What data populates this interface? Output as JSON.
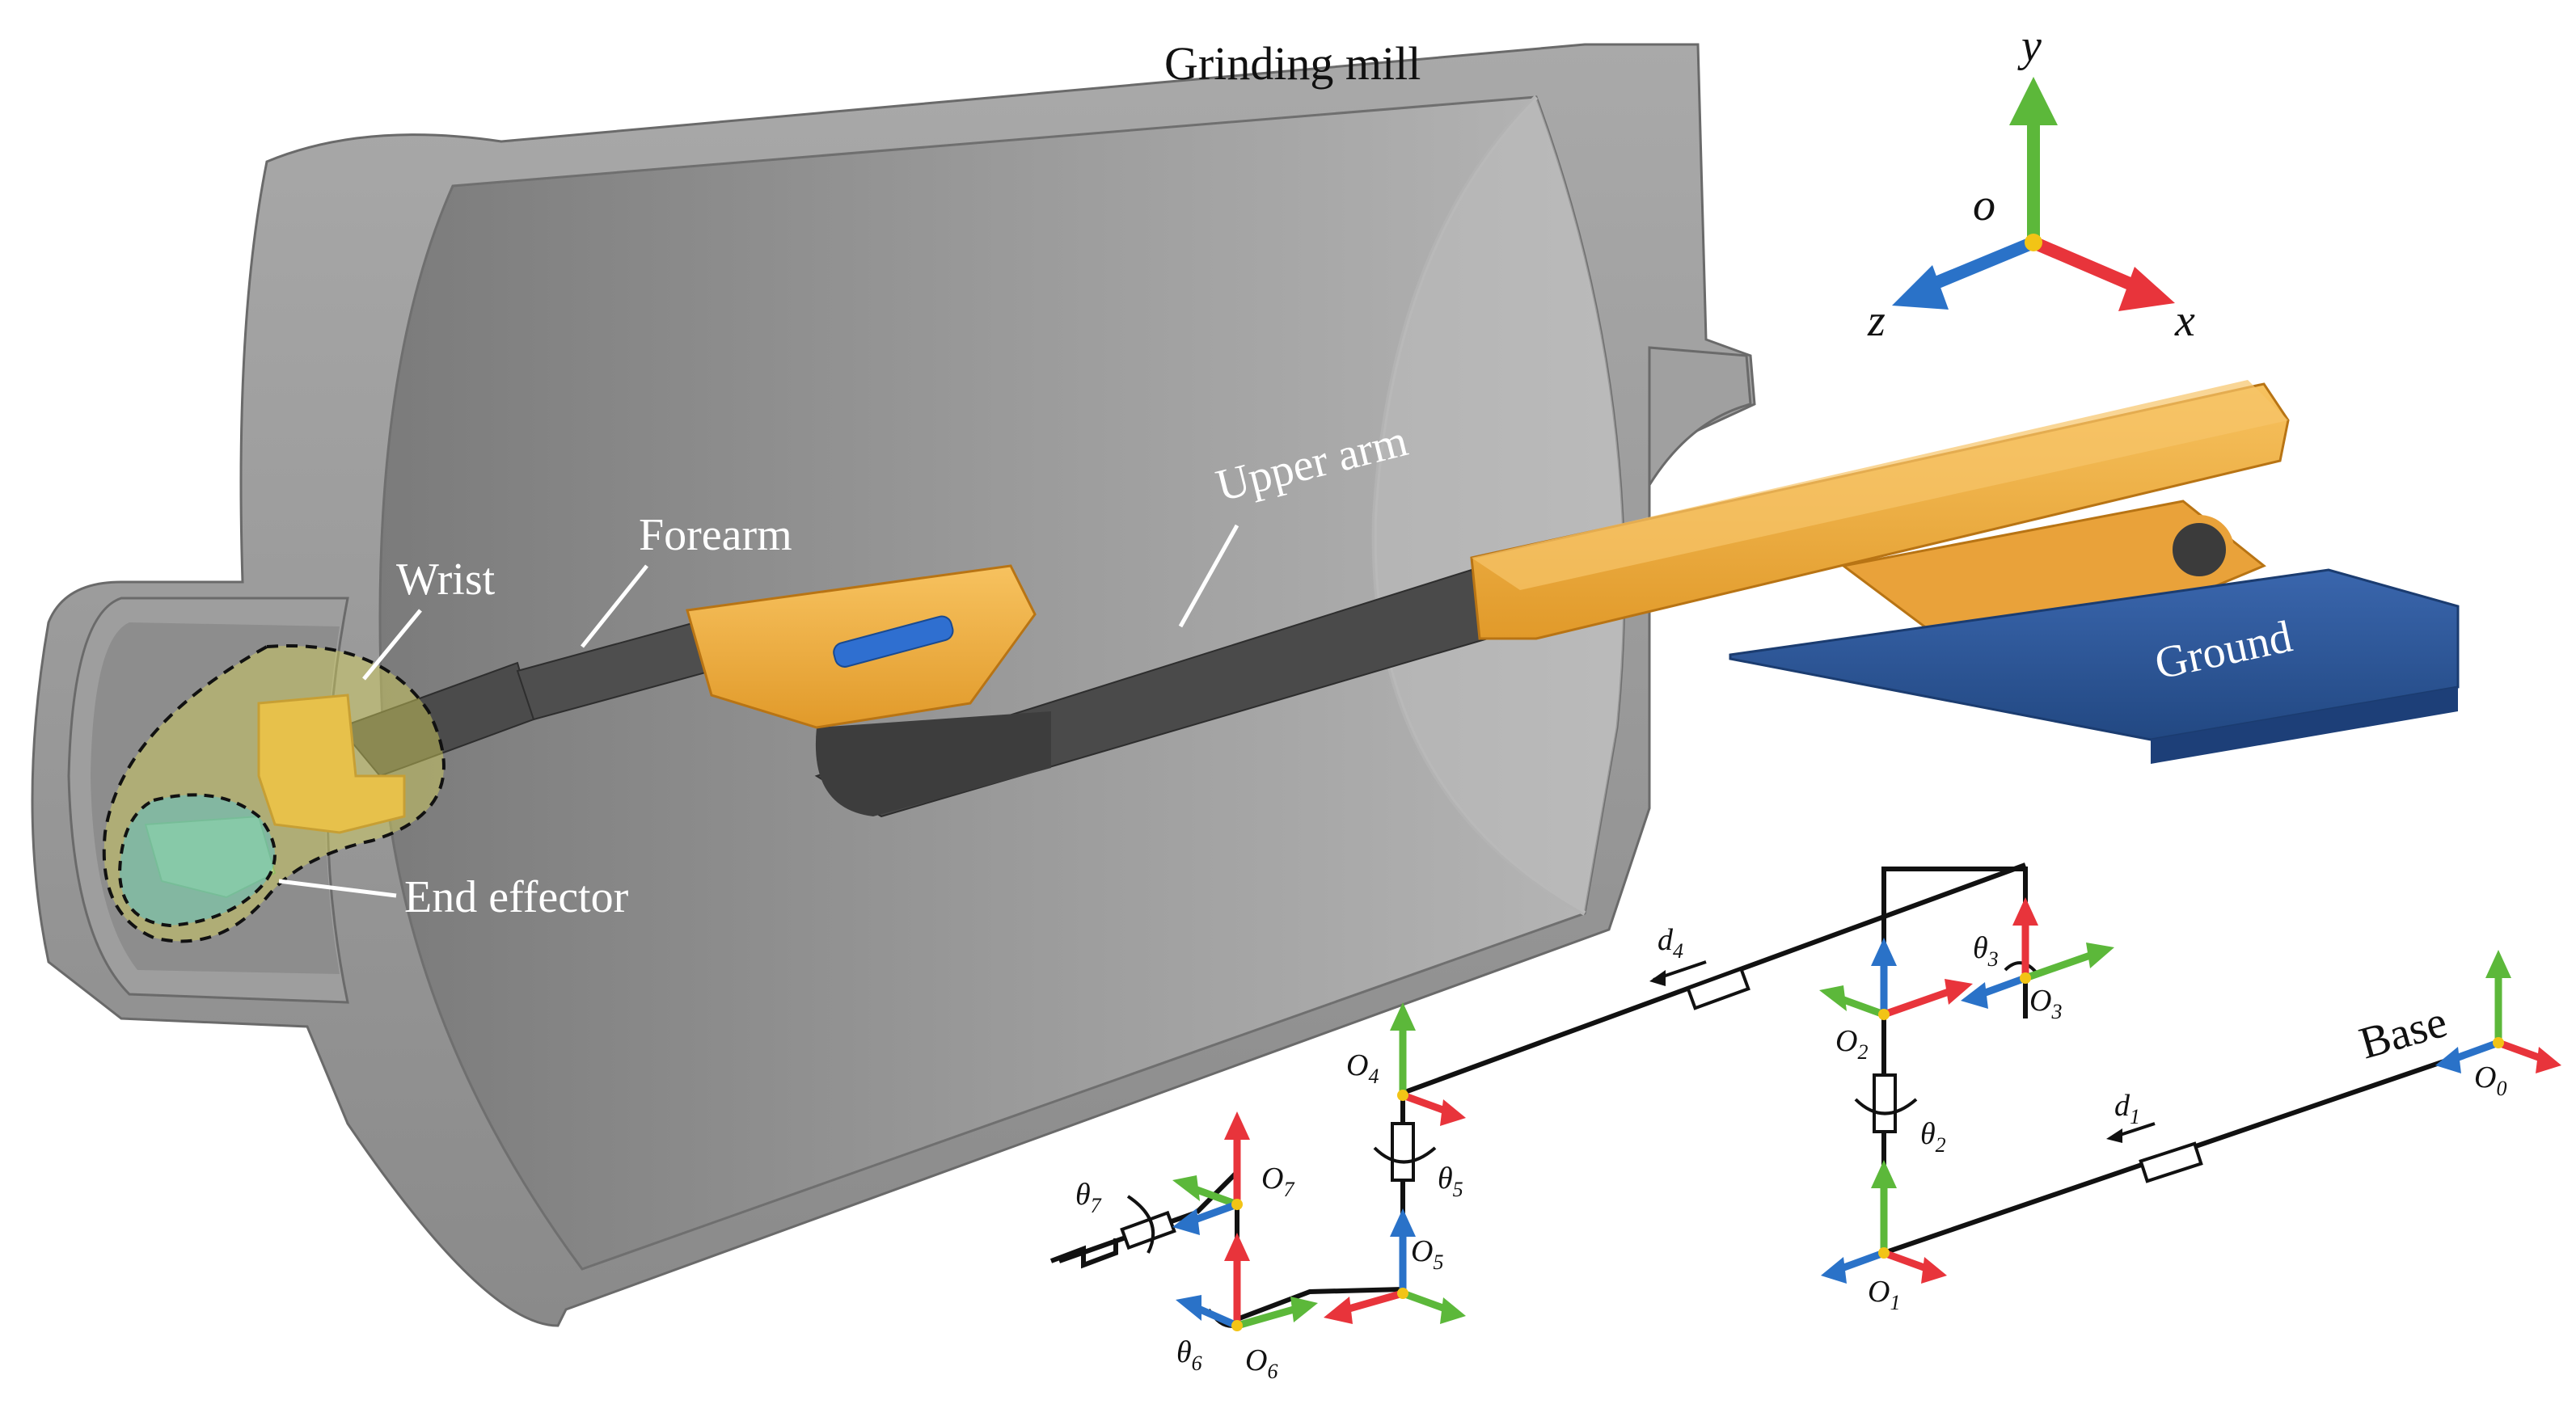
{
  "labels": {
    "grinding_mill": "Grinding mill",
    "forearm": "Forearm",
    "upper_arm": "Upper arm",
    "wrist": "Wrist",
    "end_effector": "End effector",
    "ground": "Ground",
    "base": "Base"
  },
  "axes": {
    "origin": "o",
    "x": "x",
    "y": "y",
    "z": "z"
  },
  "frames": {
    "o0": "0",
    "o1": "1",
    "o2": "2",
    "o3": "3",
    "o4": "4",
    "o5": "5",
    "o6": "6",
    "o7": "7"
  },
  "joints": {
    "d1": "1",
    "d4": "4",
    "t2": "2",
    "t3": "3",
    "t5": "5",
    "t6": "6",
    "t7": "7"
  },
  "symbols": {
    "frame_letter": "O",
    "prismatic_letter": "d",
    "revolute_letter": "θ"
  },
  "colors": {
    "axis_x": "#e8343b",
    "axis_y": "#5cb83a",
    "axis_z": "#2a72c8",
    "origin_dot": "#f2c416",
    "mill_shell": "#8c8c8c",
    "robot_orange": "#f0a93a",
    "arm_dark": "#4a4a4a",
    "ground_blue": "#2c5598",
    "wrist_zone": "#d9d45a",
    "effector_zone": "#5fc0c4"
  }
}
